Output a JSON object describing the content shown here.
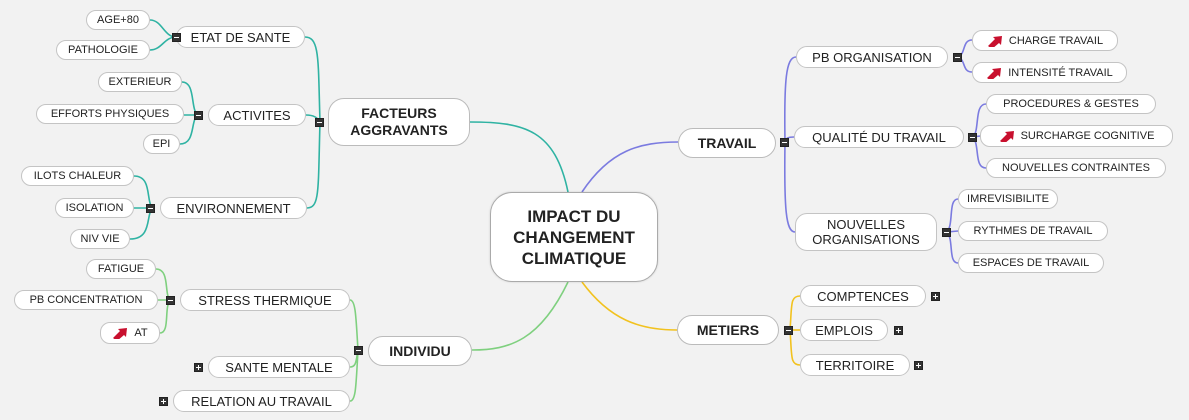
{
  "center": {
    "line1": "IMPACT DU",
    "line2": "CHANGEMENT",
    "line3": "CLIMATIQUE"
  },
  "colors": {
    "facteurs": "#2fb3a3",
    "travail": "#7b7be0",
    "metiers": "#f2c21f",
    "individu": "#7fd07f",
    "flag": "#c8102e"
  },
  "facteurs": {
    "label_line1": "FACTEURS",
    "label_line2": "AGGRAVANTS",
    "etat_sante": {
      "label": "ETAT DE SANTE",
      "children": [
        "AGE+80",
        "PATHOLOGIE"
      ]
    },
    "activites": {
      "label": "ACTIVITES",
      "children": [
        "EXTERIEUR",
        "EFFORTS PHYSIQUES",
        "EPI"
      ]
    },
    "environnement": {
      "label": "ENVIRONNEMENT",
      "children": [
        "ILOTS CHALEUR",
        "ISOLATION",
        "NIV VIE"
      ]
    }
  },
  "individu": {
    "label": "INDIVIDU",
    "stress": {
      "label": "STRESS THERMIQUE",
      "children": [
        "FATIGUE",
        "PB CONCENTRATION",
        "AT"
      ]
    },
    "sante_mentale": "SANTE MENTALE",
    "relation": "RELATION AU TRAVAIL"
  },
  "travail": {
    "label": "TRAVAIL",
    "pb_org": {
      "label": "PB ORGANISATION",
      "children": [
        "CHARGE TRAVAIL",
        "INTENSITÉ TRAVAIL"
      ]
    },
    "qualite": {
      "label": "QUALITÉ DU TRAVAIL",
      "children": [
        "PROCEDURES & GESTES",
        "SURCHARGE COGNITIVE",
        "NOUVELLES CONTRAINTES"
      ]
    },
    "nouvelles_org": {
      "line1": "NOUVELLES",
      "line2": "ORGANISATIONS",
      "children": [
        "IMREVISIBILITE",
        "RYTHMES DE TRAVAIL",
        "ESPACES DE TRAVAIL"
      ]
    }
  },
  "metiers": {
    "label": "METIERS",
    "children": [
      "COMPTENCES",
      "EMPLOIS",
      "TERRITOIRE"
    ]
  }
}
